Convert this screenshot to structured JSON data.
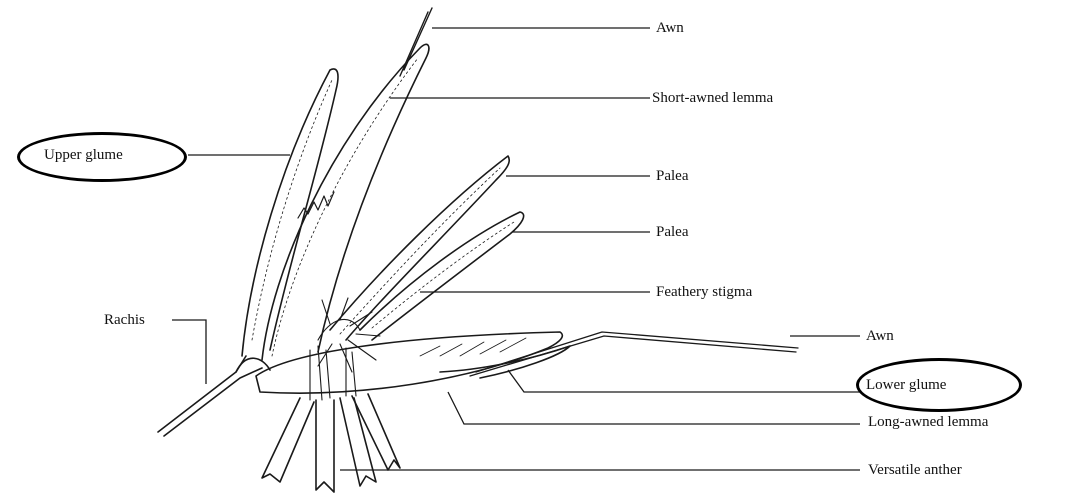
{
  "labels": {
    "awn_top": "Awn",
    "short_awned_lemma": "Short-awned lemma",
    "upper_glume": "Upper glume",
    "palea_1": "Palea",
    "palea_2": "Palea",
    "feathery_stigma": "Feathery stigma",
    "rachis": "Rachis",
    "awn_right": "Awn",
    "lower_glume": "Lower glume",
    "long_awned_lemma": "Long-awned lemma",
    "versatile_anther": "Versatile anther"
  },
  "colors": {
    "ink": "#111111",
    "highlight_ellipse": "#000000",
    "background": "#ffffff"
  }
}
